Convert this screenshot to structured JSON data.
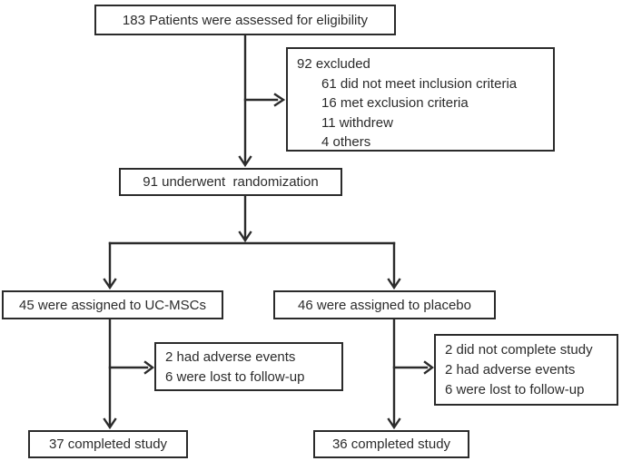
{
  "diagram": {
    "type": "flowchart",
    "boxes": {
      "eligibility": {
        "text": "183 Patients were assessed for eligibility"
      },
      "excluded": {
        "title": "92 excluded",
        "items": [
          "61 did not meet inclusion criteria",
          "16 met exclusion criteria",
          "11 withdrew",
          "4 others"
        ]
      },
      "randomization": {
        "text": "91 underwent  randomization"
      },
      "ucmsc": {
        "text": "45 were assigned to UC-MSCs"
      },
      "placebo": {
        "text": "46 were assigned to placebo"
      },
      "ucmsc_dropout": {
        "items": [
          "2 had adverse events",
          "6 were lost to follow-up"
        ]
      },
      "placebo_dropout": {
        "items": [
          "2 did not complete study",
          "2 had adverse events",
          "6 were lost to follow-up"
        ]
      },
      "ucmsc_completed": {
        "text": "37 completed study"
      },
      "placebo_completed": {
        "text": "36 completed study"
      }
    },
    "colors": {
      "line": "#2b2b2b",
      "text": "#2b2b2b",
      "background": "#ffffff"
    }
  }
}
